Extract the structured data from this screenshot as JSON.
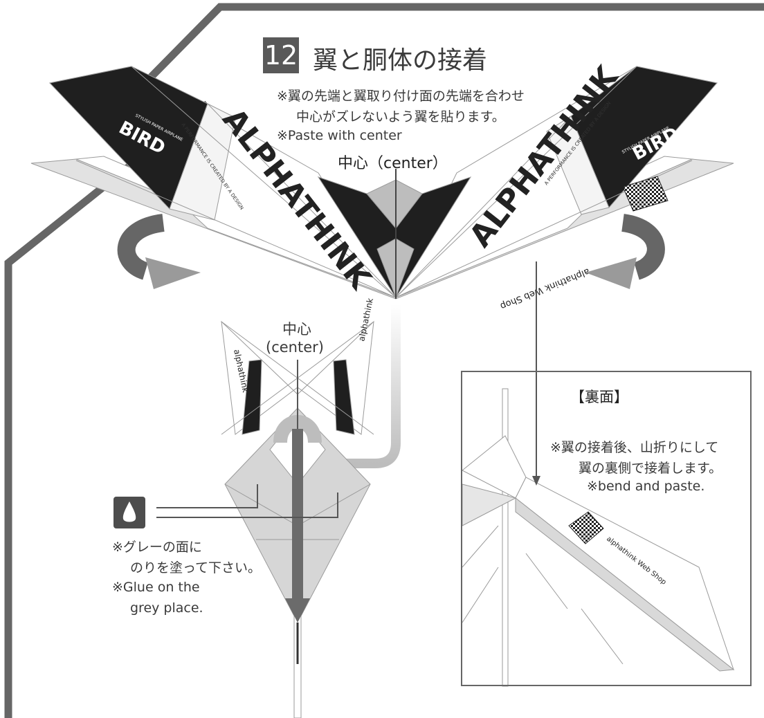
{
  "step": {
    "number": "12",
    "title": "翼と胴体の接着"
  },
  "notes": {
    "top_line1": "※翼の先端と翼取り付け面の先端を合わせ",
    "top_line2": "中心がズレないよう翼を貼ります。",
    "top_line3": "※Paste with center",
    "center_label": "中心（center）",
    "small_center_line1": "中心",
    "small_center_line2": "(center)"
  },
  "glue_note": {
    "icon": "water-drop-icon",
    "line1": "※グレーの面に",
    "line2": "のりを塗って下さい。",
    "line3": "※Glue on the",
    "line4": "grey place."
  },
  "back_panel": {
    "title": "【裏面】",
    "line1": "※翼の接着後、山折りにして",
    "line2": "翼の裏側で接着します。",
    "line3": "※bend and paste."
  },
  "wing_prints": {
    "left_logo": "BIRD",
    "left_tagline": "STYLISH PAPER AIRPLANE",
    "left_credit": "A PERFORMANCE IS CREATED BY A DESIGN",
    "left_brand": "ALPHATHINK",
    "right_logo": "BIRD",
    "right_tagline": "STYLISH PAPER AIRPLANE",
    "right_credit": "A PERFORMANCE IS CREATED BY A DESIGN",
    "right_brand": "ALPHATHINK",
    "shop_text": "alphathink Web Shop",
    "tail_brand": "alphathink"
  },
  "colors": {
    "frame": "#666666",
    "dark": "#1e1e1e",
    "grey_fill": "#d9d9d9",
    "mid_grey": "#b3b3b3",
    "arrow": "#6b6b6b"
  }
}
